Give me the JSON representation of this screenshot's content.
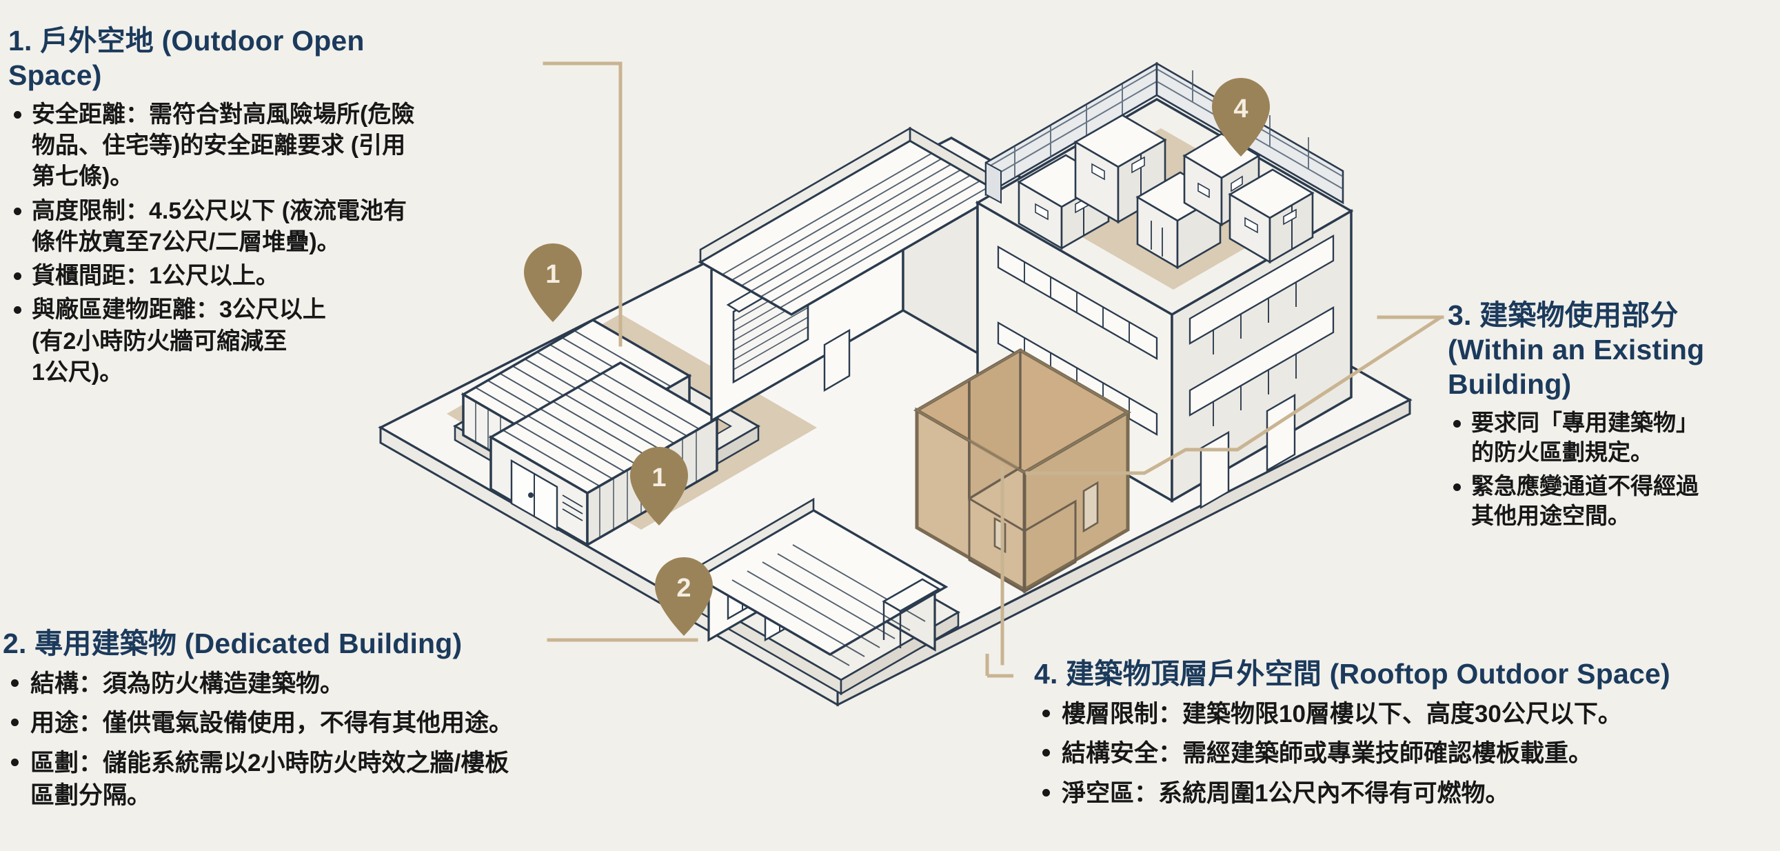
{
  "palette": {
    "background": "#f2f0eb",
    "heading_navy": "#1b3a5c",
    "body_text": "#171717",
    "pin_gold": "#9b8359",
    "leader_tan": "#c9b492",
    "pad_tan": "#d9cbb4",
    "room_tan": "#cdae86",
    "line_ink": "#2b3b4e",
    "building_fill": "#f7f6f2"
  },
  "sections": [
    {
      "number": "1",
      "title": "1. 戶外空地 (Outdoor Open Space)",
      "bullets": [
        "安全距離：需符合對高風險場所(危險\n物品、住宅等)的安全距離要求 (引用\n第七條)。",
        "高度限制：4.5公尺以下 (液流電池有\n條件放寬至7公尺/二層堆疊)。",
        "貨櫃間距：1公尺以上。",
        "與廠區建物距離：3公尺以上\n(有2小時防火牆可縮減至\n1公尺)。"
      ]
    },
    {
      "number": "2",
      "title": "2. 專用建築物 (Dedicated Building)",
      "bullets": [
        "結構：須為防火構造建築物。",
        "用途：僅供電氣設備使用，不得有其他用途。",
        "區劃：儲能系統需以2小時防火時效之牆/樓板\n            區劃分隔。"
      ]
    },
    {
      "number": "3",
      "title": "3. 建築物使用部分\n(Within an Existing\nBuilding)",
      "bullets": [
        "要求同「專用建築物」\n的防火區劃規定。",
        "緊急應變通道不得經過\n其他用途空間。"
      ]
    },
    {
      "number": "4",
      "title": "4. 建築物頂層戶外空間 (Rooftop Outdoor Space)",
      "bullets": [
        "樓層限制：建築物限10層樓以下、高度30公尺以下。",
        "結構安全：需經建築師或專業技師確認樓板載重。",
        "淨空區：系統周圍1公尺內不得有可燃物。"
      ]
    }
  ],
  "markers": [
    {
      "id": "pin-1a",
      "label": "1"
    },
    {
      "id": "pin-1b",
      "label": "1"
    },
    {
      "id": "pin-2",
      "label": "2"
    },
    {
      "id": "pin-4",
      "label": "4"
    }
  ],
  "illustration": {
    "scene_name": "isometric-factory-site",
    "elements": [
      "outdoor-concrete-pad",
      "battery-container-rear",
      "battery-container-front",
      "dedicated-small-building",
      "main-warehouse",
      "rooftop-fenced-enclosure",
      "rooftop-battery-cabinets",
      "cutaway-interior-room"
    ]
  }
}
